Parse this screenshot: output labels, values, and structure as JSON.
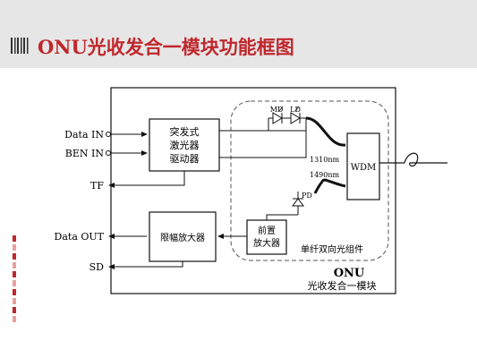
{
  "header": {
    "title": "ONU光收发合一模块功能框图"
  },
  "colors": {
    "title": "#c0282d",
    "header_bg": "#e6e6e6",
    "side_bar": [
      "#c0282d",
      "#e8a0a0",
      "#c0282d",
      "#e8a0a0",
      "#c0282d",
      "#e8a0a0",
      "#c0282d",
      "#e8a0a0",
      "#c0282d",
      "#e8a0a0"
    ]
  },
  "diagram": {
    "ports": {
      "data_in": "Data IN",
      "ben_in": "BEN IN",
      "tf": "TF",
      "data_out": "Data OUT",
      "sd": "SD"
    },
    "driver_block": [
      "突发式",
      "激光器",
      "驱动器"
    ],
    "limiting_amp": "限幅放大器",
    "preamp": [
      "前置",
      "放大器"
    ],
    "labels": {
      "md": "MD",
      "ld": "LD",
      "pd": "PD",
      "wl_1310": "1310nm",
      "wl_1490": "1490nm",
      "wdm": "WDM",
      "bidi_component": "单纤双向光组件",
      "onu": "ONU",
      "module": "光收发合一模块"
    }
  }
}
